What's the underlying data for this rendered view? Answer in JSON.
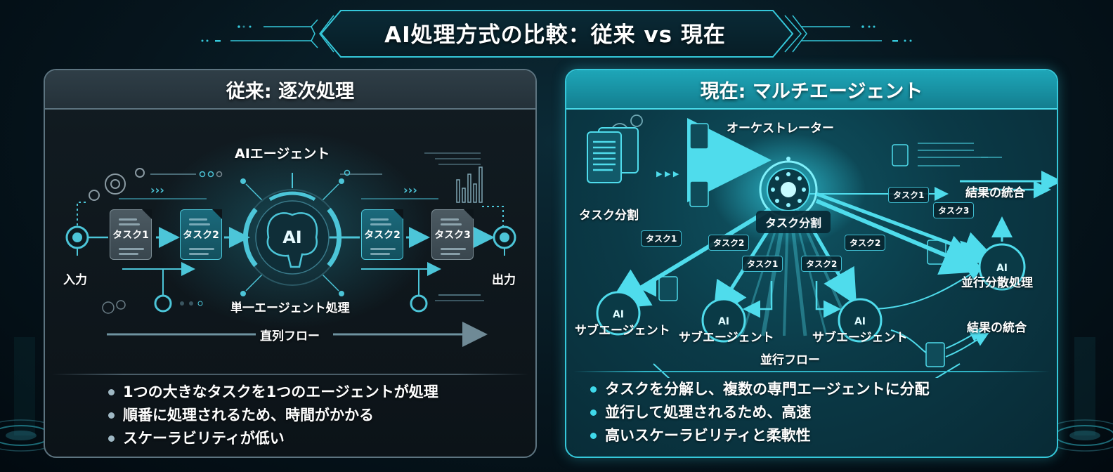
{
  "title": "AI処理方式の比較：従来 vs 現在",
  "colors": {
    "accent": "#35c8da",
    "old_border": "#5d7480",
    "background": "#06151d"
  },
  "old_panel": {
    "header": "従来: 逐次処理",
    "agent_label": "AIエージェント",
    "agent_badge": "AI",
    "agent_caption": "単一エージェント処理",
    "input_label": "入力",
    "output_label": "出力",
    "tasks": [
      "タスク1",
      "タスク2",
      "タスク2",
      "タスク3"
    ],
    "flow_label": "直列フロー",
    "icons": [
      "gear-icon",
      "brain-icon",
      "document-icon",
      "bar-chart-icon"
    ],
    "bullets": [
      "1つの大きなタスクを1つのエージェントが処理",
      "順番に処理されるため、時間がかかる",
      "スケーラビリティが低い"
    ]
  },
  "new_panel": {
    "header": "現在: マルチエージェント",
    "orchestrator_label": "オーケストレーター",
    "split_label_left": "タスク分割",
    "split_label_center": "タスク分割",
    "sub_agent_label": "サブエージェント",
    "sub_agents": [
      "サブエージェント",
      "サブエージェント",
      "サブエージェント"
    ],
    "agent_badge": "AI",
    "task_tags": [
      {
        "id": "t1-left",
        "label": "タスク1"
      },
      {
        "id": "t2-left",
        "label": "タスク2"
      },
      {
        "id": "t1-mid",
        "label": "タスク1"
      },
      {
        "id": "t2-mid",
        "label": "タスク2"
      },
      {
        "id": "t2-right",
        "label": "タスク2"
      },
      {
        "id": "t1-top-right",
        "label": "タスク1"
      },
      {
        "id": "t3-top-right",
        "label": "タスク3"
      }
    ],
    "merge_label_top": "結果の統合",
    "merge_label_bottom": "結果の統合",
    "parallel_label": "並行分散処理",
    "flow_label": "並行フロー",
    "bullets": [
      "タスクを分解し、複数の専門エージェントに分配",
      "並行して処理されるため、高速",
      "高いスケーラビリティと柔軟性"
    ]
  }
}
